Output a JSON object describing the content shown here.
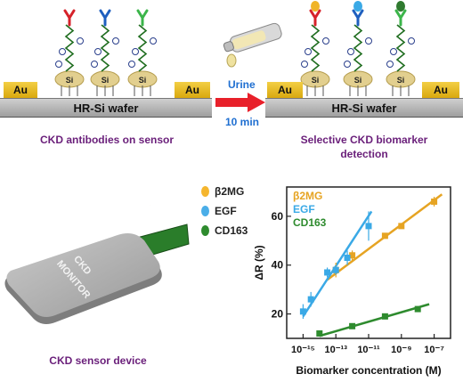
{
  "panel_left": {
    "wafer_label": "HR-Si wafer",
    "electrode_left": "Au",
    "electrode_right": "Au",
    "caption": "CKD antibodies on sensor",
    "antibody_colors": [
      "#d6222a",
      "#1f5fbf",
      "#3bb54a"
    ]
  },
  "flow": {
    "top_label": "Urine",
    "bottom_label": "10 min"
  },
  "panel_right": {
    "wafer_label": "HR-Si wafer",
    "electrode_left": "Au",
    "electrode_right": "Au",
    "caption_line1": "Selective CKD biomarker",
    "caption_line2": "detection",
    "biomarker_colors": [
      "#f0b429",
      "#3aa9e6",
      "#2f7a2f"
    ]
  },
  "legend": {
    "items": [
      {
        "label": "β2MG",
        "color": "#f5b62e"
      },
      {
        "label": "EGF",
        "color": "#4aaee8"
      },
      {
        "label": "CD163",
        "color": "#2e8b2e"
      }
    ]
  },
  "device": {
    "line1": "CKD",
    "line2": "MONITOR",
    "caption": "CKD sensor device"
  },
  "chart_data": {
    "type": "scatter",
    "xlabel": "Biomarker concentration (M)",
    "ylabel": "ΔR (%)",
    "x_scale": "log",
    "xlim": [
      1e-16,
      1e-06
    ],
    "ylim": [
      10,
      72
    ],
    "x_tick_labels": [
      "10⁻¹⁵",
      "10⁻¹³",
      "10⁻¹¹",
      "10⁻⁹",
      "10⁻⁷"
    ],
    "x_ticks": [
      1e-15,
      1e-13,
      1e-11,
      1e-09,
      1e-07
    ],
    "y_ticks": [
      20,
      40,
      60
    ],
    "legend_position": "top-left",
    "series": [
      {
        "name": "β2MG",
        "color": "#e6a423",
        "marker": "square",
        "x": [
          1e-13,
          1e-12,
          1e-10,
          1e-09,
          1e-07
        ],
        "y": [
          38,
          44,
          52,
          56,
          66
        ],
        "err": [
          3,
          2,
          1,
          1,
          2
        ],
        "fit": {
          "x": [
            3e-14,
            3e-07
          ],
          "y": [
            34,
            69
          ]
        }
      },
      {
        "name": "EGF",
        "color": "#3aa9e6",
        "marker": "square",
        "x": [
          1e-15,
          3e-15,
          3e-14,
          1e-13,
          5e-13,
          1e-11
        ],
        "y": [
          21,
          26,
          37,
          38,
          43,
          56
        ],
        "err": [
          3,
          3,
          2,
          2,
          3,
          6
        ],
        "fit": {
          "x": [
            1e-15,
            1.5e-11
          ],
          "y": [
            19,
            62
          ]
        }
      },
      {
        "name": "CD163",
        "color": "#2e8b2e",
        "marker": "square",
        "x": [
          1e-14,
          1e-12,
          1e-10,
          1e-08
        ],
        "y": [
          12,
          15,
          19,
          22
        ],
        "err": [
          1,
          1,
          1,
          1
        ],
        "fit": {
          "x": [
            1e-14,
            5e-08
          ],
          "y": [
            11,
            24
          ]
        }
      }
    ]
  }
}
